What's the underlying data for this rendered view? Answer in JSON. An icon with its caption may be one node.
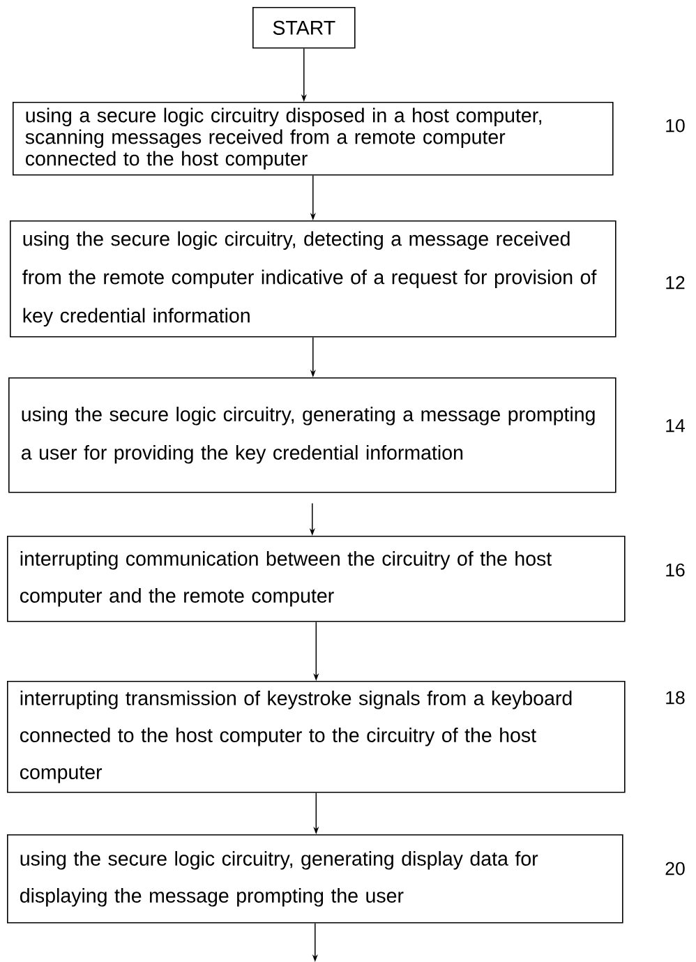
{
  "diagram": {
    "nodes": [
      {
        "text": [
          "START"
        ]
      },
      {
        "text": [
          "using a secure logic circuitry disposed in a host computer, scanning messages received from a remote computer connected to the host computer"
        ],
        "beside": [
          "10"
        ]
      },
      {
        "text": [
          "using the secure logic circuitry, detecting a message received from the remote computer indicative of a request for provision of key credential information"
        ],
        "beside": [
          "12"
        ]
      },
      {
        "text": [
          "using the secure logic circuitry, generating a message prompting a user for providing the key credential information"
        ],
        "beside": [
          "14"
        ]
      },
      {
        "text": [
          "interrupting communication between the circuitry of the host computer and the remote computer"
        ],
        "beside": [
          "16"
        ]
      },
      {
        "text": [
          "interrupting transmission of keystroke signals from a keyboard connected to the host computer to the circuitry of the host computer"
        ],
        "beside": [
          "18"
        ]
      },
      {
        "text": [
          "using the secure logic circuitry, generating display data for displaying the message prompting the user"
        ],
        "beside": [
          "20"
        ]
      }
    ],
    "edges": [
      {
        "from": 0,
        "to": 1,
        "arrow": "to"
      },
      {
        "from": 1,
        "to": 2,
        "arrow": "to"
      },
      {
        "from": 2,
        "to": 3,
        "arrow": "to"
      },
      {
        "from": 3,
        "to": 4,
        "arrow": "to"
      },
      {
        "from": 4,
        "to": 5,
        "arrow": "to"
      },
      {
        "from": 5,
        "to": 6,
        "arrow": "to"
      },
      {
        "from": 6,
        "to": null,
        "arrow": "to"
      }
    ]
  }
}
